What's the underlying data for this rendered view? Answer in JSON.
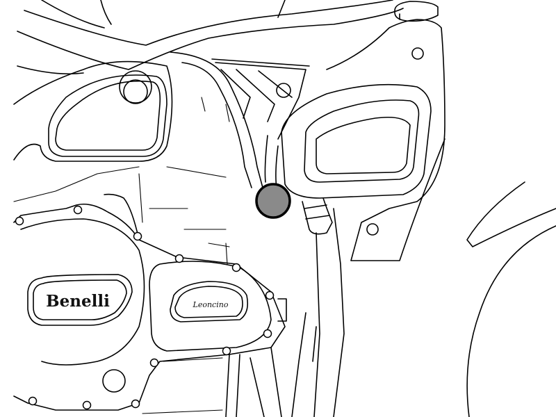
{
  "labels": {
    "brand": "Benelli",
    "model": "Leoncino"
  },
  "colors": {
    "line": "#000000",
    "background": "#ffffff",
    "marker": "#8a8a8a"
  },
  "icons": {
    "marker": "filled-circle-marker",
    "bolt": "bolt-head"
  }
}
